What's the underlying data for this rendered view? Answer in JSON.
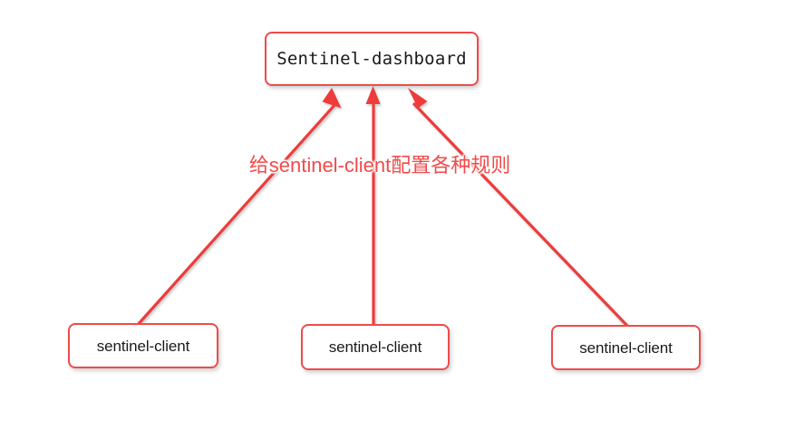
{
  "diagram": {
    "title": "Sentinel dashboard and clients",
    "background_color": "#ffffff",
    "accent_color": "#ee4b4b",
    "label_color": "#f24a4a",
    "text_color": "#1a1a1a",
    "nodes": {
      "dashboard": {
        "label": "Sentinel-dashboard"
      },
      "clients": [
        {
          "label": "sentinel-client"
        },
        {
          "label": "sentinel-client"
        },
        {
          "label": "sentinel-client"
        }
      ]
    },
    "edges": {
      "label": "给sentinel-client配置各种规则",
      "direction": "client-to-dashboard",
      "count": 3
    }
  }
}
